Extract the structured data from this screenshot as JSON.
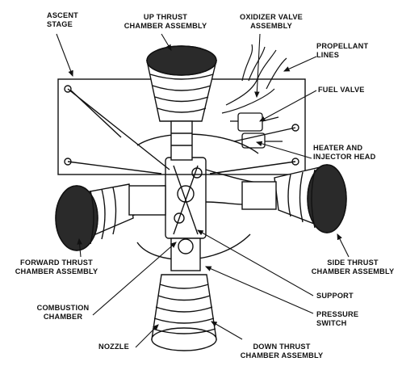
{
  "colors": {
    "ink": "#111111",
    "paper": "#ffffff",
    "shade": "#2a2a2a"
  },
  "labels": {
    "ascent_stage": [
      "ASCENT",
      "STAGE"
    ],
    "up_thrust": [
      "UP THRUST",
      "CHAMBER ASSEMBLY"
    ],
    "oxidizer_valve": [
      "OXIDIZER VALVE",
      "ASSEMBLY"
    ],
    "propellant_lines": [
      "PROPELLANT",
      "LINES"
    ],
    "fuel_valve": [
      "FUEL VALVE"
    ],
    "heater_injector": [
      "HEATER AND",
      "INJECTOR HEAD"
    ],
    "forward_thrust": [
      "FORWARD THRUST",
      "CHAMBER ASSEMBLY"
    ],
    "side_thrust": [
      "SIDE THRUST",
      "CHAMBER ASSEMBLY"
    ],
    "support": [
      "SUPPORT"
    ],
    "combustion_chamber": [
      "COMBUSTION",
      "CHAMBER"
    ],
    "pressure_switch": [
      "PRESSURE",
      "SWITCH"
    ],
    "nozzle": [
      "NOZZLE"
    ],
    "down_thrust": [
      "DOWN THRUST",
      "CHAMBER ASSEMBLY"
    ]
  }
}
